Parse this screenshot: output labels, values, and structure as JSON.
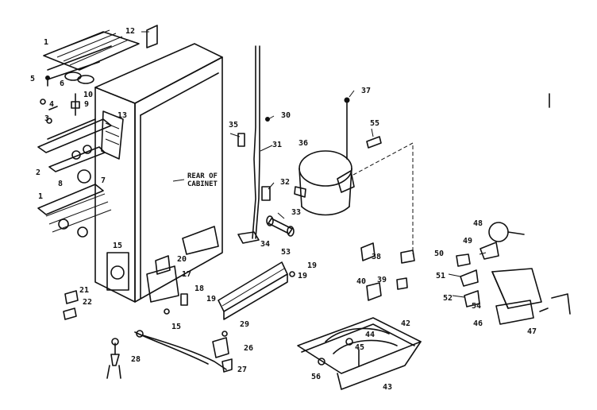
{
  "note": {
    "line1": "REAR OF",
    "line2": "CABINET"
  },
  "labels": {
    "l1a": "1",
    "l12": "12",
    "l5": "5",
    "l6": "6",
    "l10": "10",
    "l4": "4",
    "l9": "9",
    "l3": "3",
    "l7": "7",
    "l8": "8",
    "l2": "2",
    "l1b": "1",
    "l13": "13",
    "l15a": "15",
    "l20": "20",
    "l17": "17",
    "l18": "18",
    "l19a": "19",
    "l15b": "15",
    "l21": "21",
    "l22": "22",
    "l35a": "35",
    "l30": "30",
    "l31": "31",
    "l32": "32",
    "l33": "33",
    "l34": "34",
    "l53": "53",
    "l19b": "19",
    "l19c": "19",
    "l29": "29",
    "l28": "28",
    "l26": "26",
    "l27": "27",
    "l37": "37",
    "l55": "55",
    "l36": "36",
    "l38": "38",
    "l40": "40",
    "l39": "39",
    "l42": "42",
    "l44": "44",
    "l45": "45",
    "l56": "56",
    "l43": "43",
    "l48": "48",
    "l49": "49",
    "l50": "50",
    "l51": "51",
    "l52": "52",
    "l54": "54",
    "l46": "46",
    "l47": "47"
  }
}
